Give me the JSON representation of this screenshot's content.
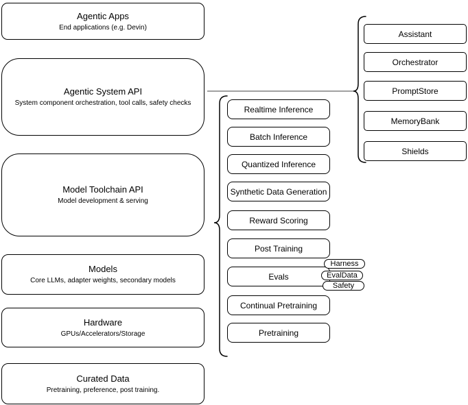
{
  "diagram": {
    "left_column": [
      {
        "title": "Agentic Apps",
        "subtitle": "End applications (e.g. Devin)"
      },
      {
        "title": "Agentic System API",
        "subtitle": "System component orchestration, tool calls, safety checks"
      },
      {
        "title": "Model Toolchain API",
        "subtitle": "Model development & serving"
      },
      {
        "title": "Models",
        "subtitle": "Core LLMs, adapter weights, secondary models"
      },
      {
        "title": "Hardware",
        "subtitle": "GPUs/Accelerators/Storage"
      },
      {
        "title": "Curated Data",
        "subtitle": "Pretraining, preference, post training."
      }
    ],
    "toolchain_items": [
      {
        "label": "Realtime Inference"
      },
      {
        "label": "Batch Inference"
      },
      {
        "label": "Quantized Inference"
      },
      {
        "label": "Synthetic Data Generation"
      },
      {
        "label": "Reward Scoring"
      },
      {
        "label": "Post Training"
      },
      {
        "label": "Evals"
      },
      {
        "label": "Continual Pretraining"
      },
      {
        "label": "Pretraining"
      }
    ],
    "eval_tags": [
      {
        "label": "Harness"
      },
      {
        "label": "EvalData"
      },
      {
        "label": "Safety"
      }
    ],
    "system_components": [
      {
        "label": "Assistant"
      },
      {
        "label": "Orchestrator"
      },
      {
        "label": "PromptStore"
      },
      {
        "label": "MemoryBank"
      },
      {
        "label": "Shields"
      }
    ],
    "colors": {
      "stroke": "#000000",
      "connector": "#808080",
      "background": "#ffffff"
    }
  }
}
